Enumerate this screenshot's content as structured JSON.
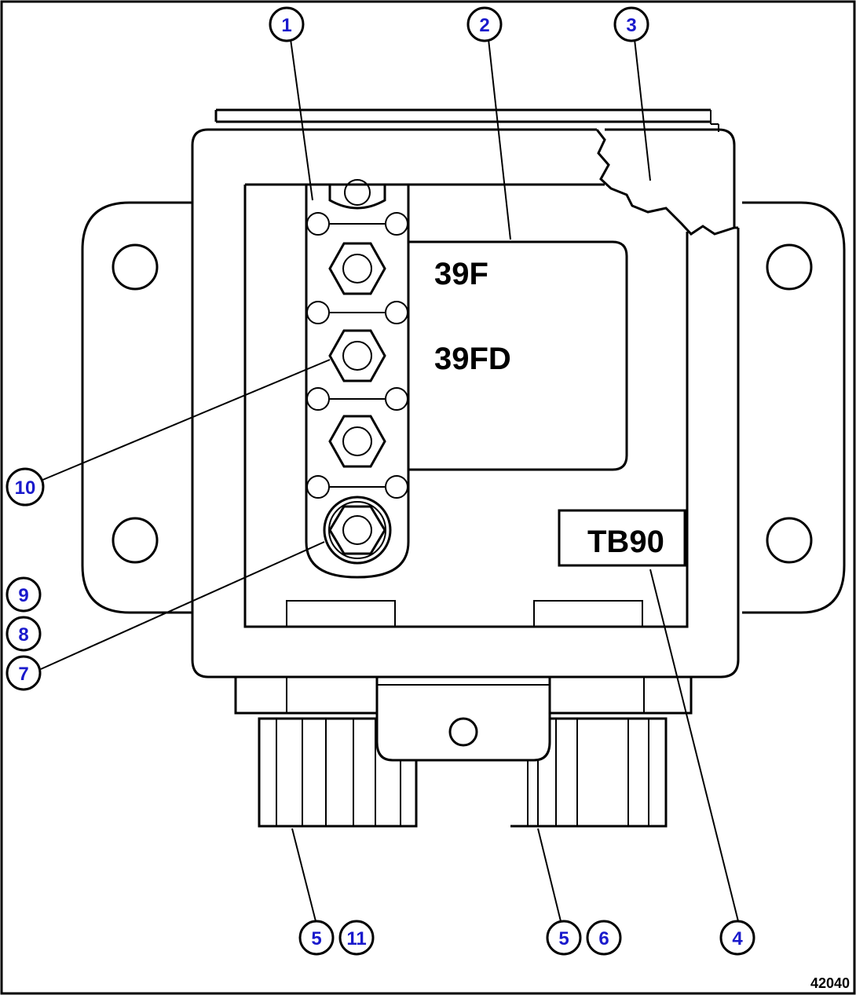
{
  "diagram": {
    "labels": {
      "fuse_1": "39F",
      "fuse_2": "39FD",
      "terminal_block": "TB90"
    },
    "callouts": [
      "1",
      "2",
      "3",
      "4",
      "5",
      "6",
      "7",
      "8",
      "9",
      "10",
      "11",
      "5"
    ],
    "figure_number": "42040"
  }
}
